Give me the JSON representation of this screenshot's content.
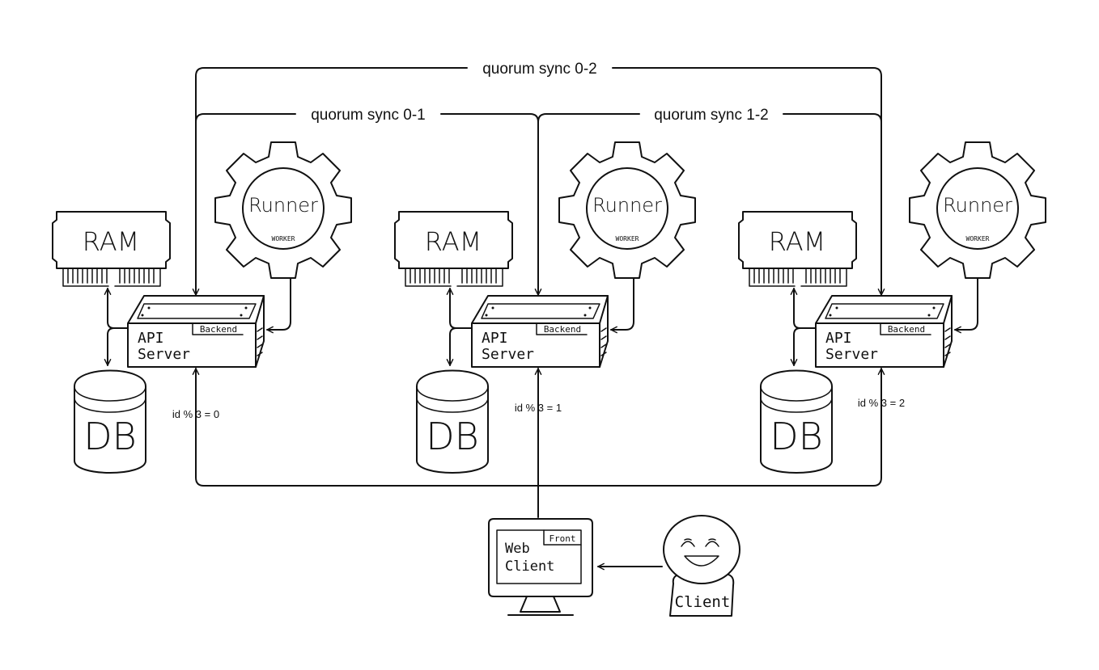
{
  "sync_links": {
    "s02": "quorum sync 0-2",
    "s01": "quorum sync 0-1",
    "s12": "quorum sync 1-2"
  },
  "nodes": [
    {
      "ram": "RAM",
      "runner": "Runner",
      "worker": "WORKER",
      "api_line1": "API",
      "api_line2": "Server",
      "tag": "Backend",
      "db": "DB",
      "shard": "id % 3 = 0"
    },
    {
      "ram": "RAM",
      "runner": "Runner",
      "worker": "WORKER",
      "api_line1": "API",
      "api_line2": "Server",
      "tag": "Backend",
      "db": "DB",
      "shard": "id % 3 = 1"
    },
    {
      "ram": "RAM",
      "runner": "Runner",
      "worker": "WORKER",
      "api_line1": "API",
      "api_line2": "Server",
      "tag": "Backend",
      "db": "DB",
      "shard": "id % 3 = 2"
    }
  ],
  "web_client": {
    "line1": "Web",
    "line2": "Client",
    "tag": "Front"
  },
  "person": {
    "label": "Client"
  }
}
